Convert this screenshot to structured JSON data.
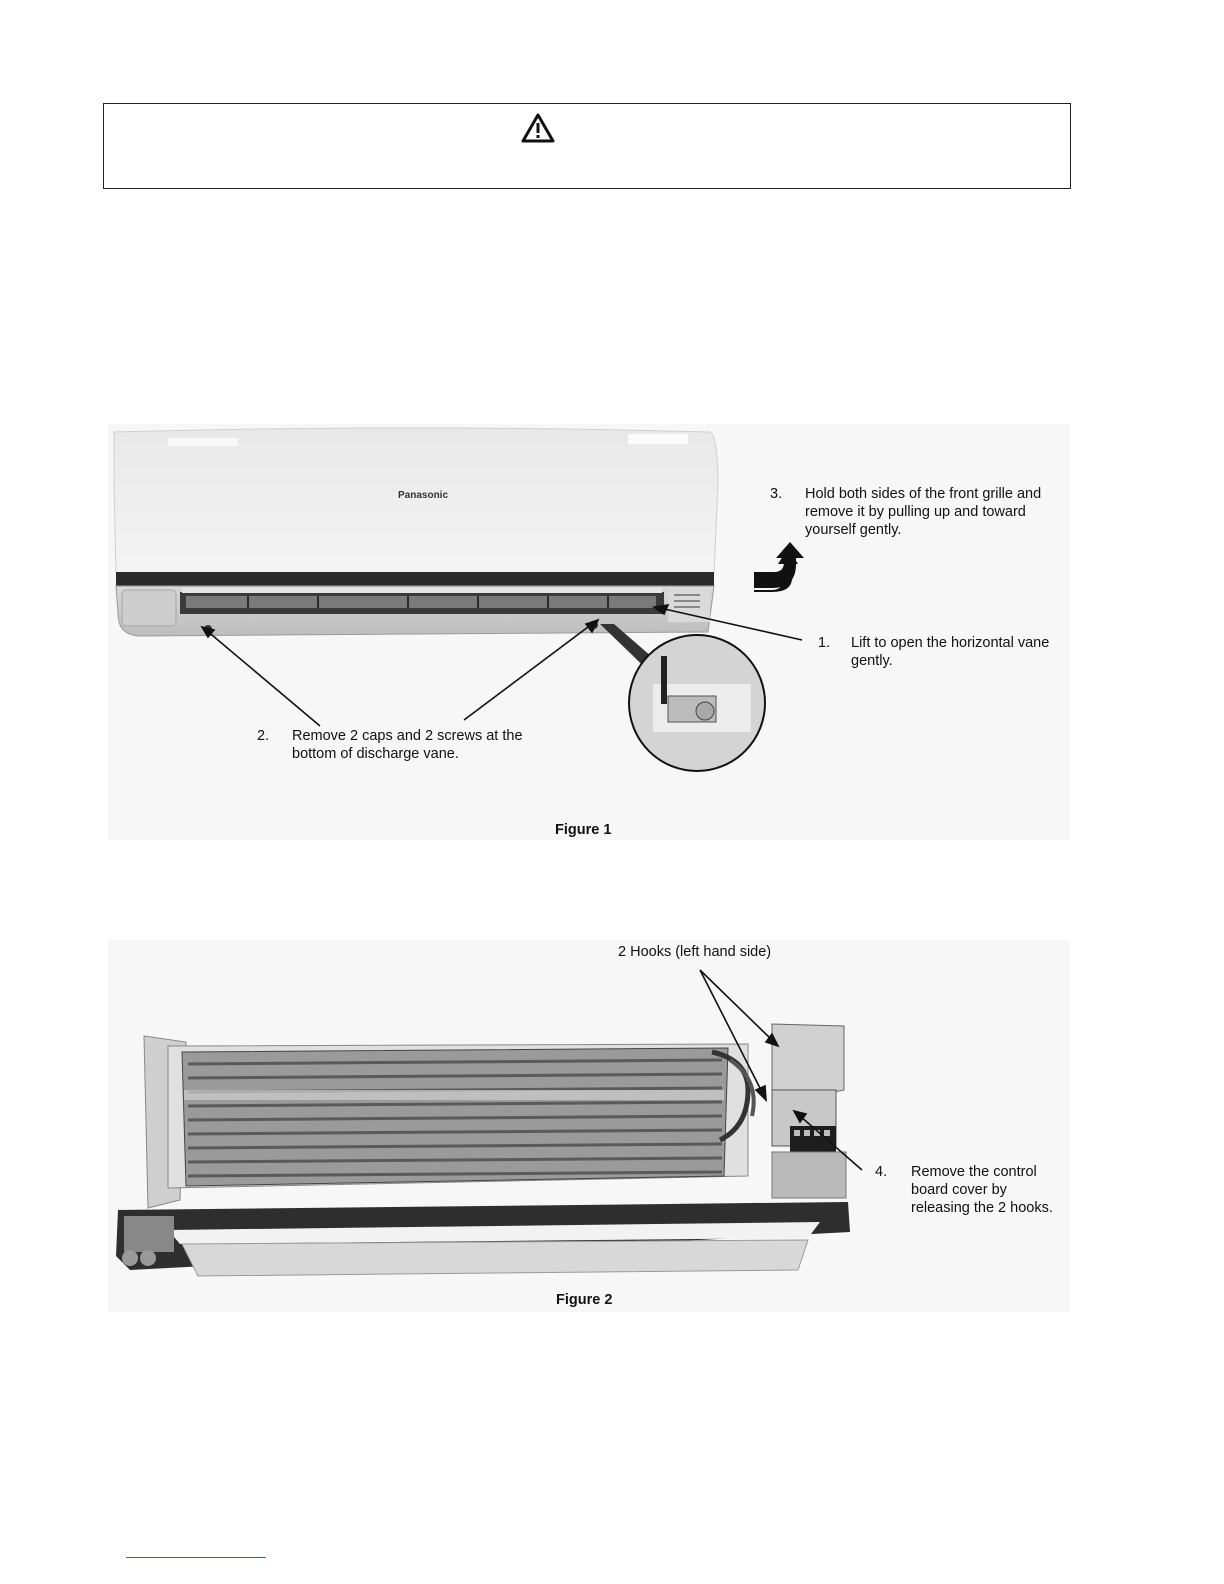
{
  "warning": {
    "icon": "warning-triangle-icon"
  },
  "figure1": {
    "caption": "Figure 1",
    "brand": "Panasonic",
    "steps": [
      {
        "number": "3.",
        "lines": [
          "Hold both sides of the front grille and",
          "remove it by pulling up and toward",
          "yourself gently."
        ]
      },
      {
        "number": "1.",
        "lines": [
          "Lift to open the horizontal vane",
          "gently."
        ]
      },
      {
        "number": "2.",
        "lines": [
          "Remove 2 caps and 2 screws at the",
          "bottom of discharge vane."
        ]
      }
    ]
  },
  "figure2": {
    "caption": "Figure 2",
    "hooks_label": "2 Hooks (left hand side)",
    "steps": [
      {
        "number": "4.",
        "lines": [
          "Remove the control",
          "board cover by",
          "releasing the 2 hooks."
        ]
      }
    ]
  }
}
